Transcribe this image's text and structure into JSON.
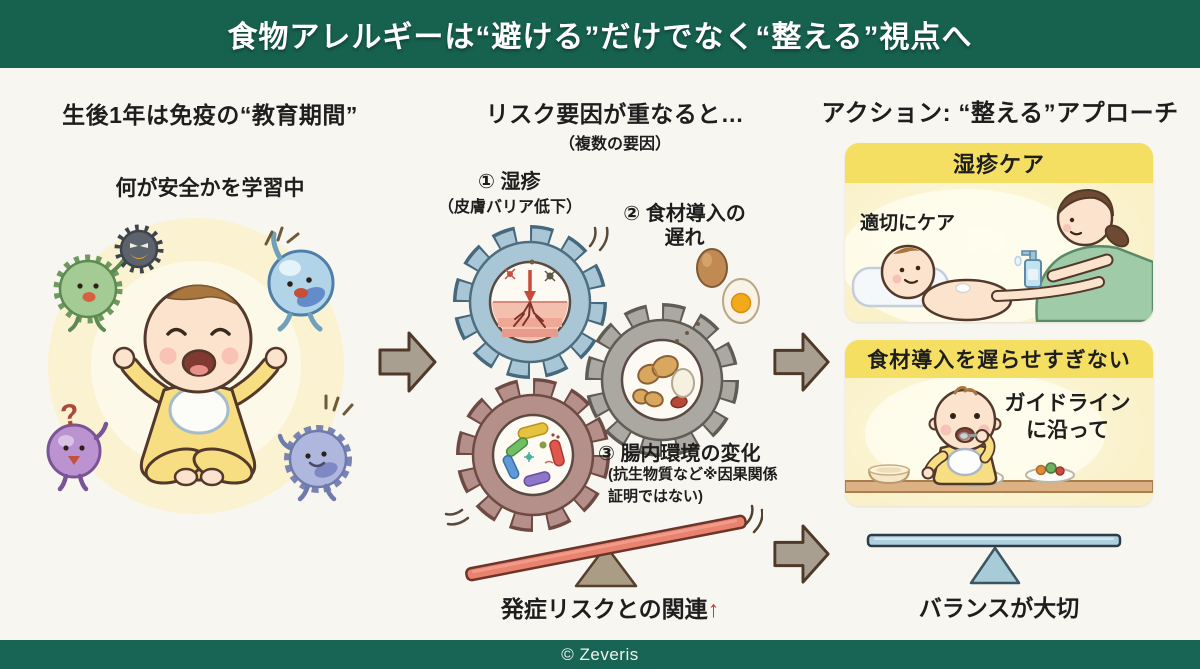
{
  "header": {
    "title": "食物アレルギーは“避ける”だけでなく“整える”視点へ"
  },
  "left": {
    "title": "生後1年は免疫の“教育期間”",
    "subtitle": "何が安全かを学習中",
    "question_mark": "?"
  },
  "middle": {
    "title": "リスク要因が重なると…",
    "subtitle": "（複数の要因）",
    "factor1": "① 湿疹",
    "factor1_note": "（皮膚バリア低下）",
    "factor2_line1": "② 食材導入の",
    "factor2_line2": "遅れ",
    "factor3": "③ 腸内環境の変化",
    "factor3_note1": "(抗生物質など※因果関係",
    "factor3_note2": "証明ではない)",
    "risk_caption": "発症リスクとの関連",
    "risk_arrow": "↑"
  },
  "right": {
    "title": "アクション: “整える”アプローチ",
    "card1": {
      "title": "湿疹ケア",
      "label": "適切にケア"
    },
    "card2": {
      "title": "食材導入を遅らせすぎない",
      "label_line1": "ガイドライン",
      "label_line2": "に沿って"
    },
    "balance_caption": "バランスが大切"
  },
  "footer": {
    "copyright": "© Zeveris"
  },
  "colors": {
    "banner_green": "#17614F",
    "accent_red": "#C0392B",
    "card_band_yellow": "#F5DF63",
    "card_body_yellow": "#FAF1C9",
    "arrow_grey": "#A89F90",
    "seesaw_red": "#EA8270",
    "seesaw_blue": "#AECFDE"
  }
}
